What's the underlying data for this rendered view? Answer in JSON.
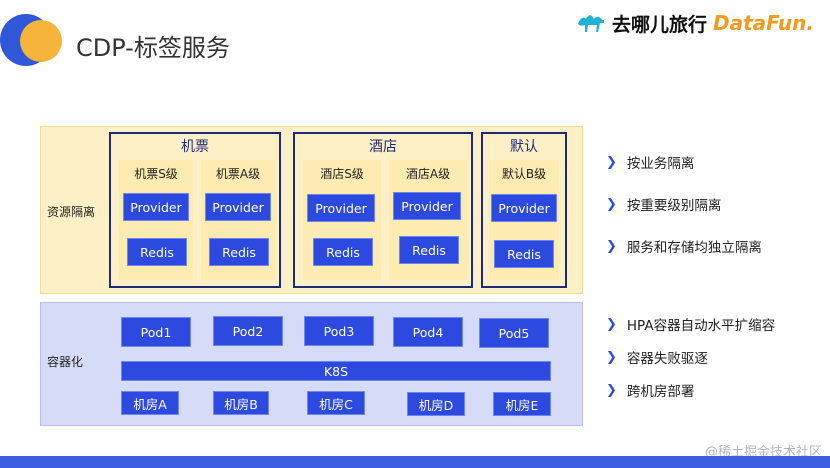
{
  "header": {
    "title": "CDP-标签服务",
    "brand_qunar": "去哪儿旅行",
    "brand_datafun": "DataFun."
  },
  "resource_section": {
    "label": "资源隔离",
    "groups": [
      {
        "title": "机票",
        "tiers": [
          {
            "label": "机票S级",
            "provider": "Provider",
            "redis": "Redis"
          },
          {
            "label": "机票A级",
            "provider": "Provider",
            "redis": "Redis"
          }
        ]
      },
      {
        "title": "酒店",
        "tiers": [
          {
            "label": "酒店S级",
            "provider": "Provider",
            "redis": "Redis"
          },
          {
            "label": "酒店A级",
            "provider": "Provider",
            "redis": "Redis"
          }
        ]
      },
      {
        "title": "默认",
        "tiers": [
          {
            "label": "默认B级",
            "provider": "Provider",
            "redis": "Redis"
          }
        ]
      }
    ]
  },
  "container_section": {
    "label": "容器化",
    "pods": [
      "Pod1",
      "Pod2",
      "Pod3",
      "Pod4",
      "Pod5"
    ],
    "k8s": "K8S",
    "rooms": [
      "机房A",
      "机房B",
      "机房C",
      "机房D",
      "机房E"
    ]
  },
  "bullets_top": [
    "按业务隔离",
    "按重要级别隔离",
    "服务和存储均独立隔离"
  ],
  "bullets_bottom": [
    "HPA容器自动水平扩缩容",
    "容器失败驱逐",
    "跨机房部署"
  ],
  "watermark": "@稀土掘金技术社区",
  "colors": {
    "accent_blue": "#2c49e0",
    "top_bg": "#fdf0c6",
    "bottom_bg": "#d6dcf7",
    "group_border": "#1f2a7a"
  },
  "icons": {
    "bullet": "chevron-right-icon",
    "logo": "circles-logo-icon"
  }
}
